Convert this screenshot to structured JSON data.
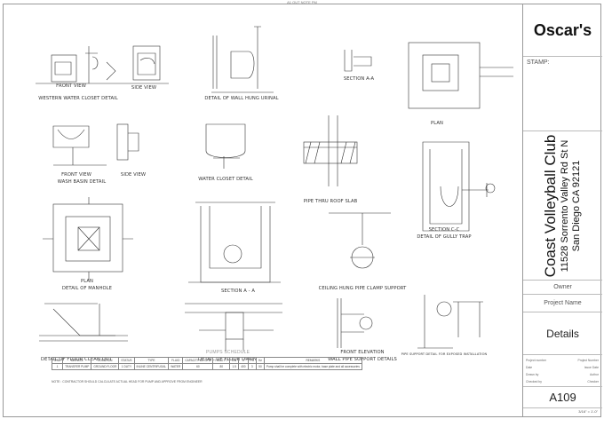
{
  "sheet": {
    "top_label": "A1 OUT NOTE PM",
    "bottom_label": ""
  },
  "title_block": {
    "firm": "Oscar's",
    "stamp_label": "STAMP:",
    "project_name": "Coast Volleyball Club",
    "address_line1": "11528 Sorrento Valley Rd St N",
    "address_line2": "San Diego CA 92121",
    "owner_label": "Owner",
    "project_name_label": "Project Name",
    "details_label": "Details",
    "meta": [
      {
        "key": "Project number",
        "value": "Project Number"
      },
      {
        "key": "Date",
        "value": "Issue Date"
      },
      {
        "key": "Drawn by",
        "value": "Author"
      },
      {
        "key": "Checked by",
        "value": "Checker"
      }
    ],
    "sheet_number": "A109",
    "scale": "3/16\" = 1'-0\""
  },
  "drawings": {
    "western_wc": "WESTERN WATER CLOSET DETAIL",
    "wall_urinal": "DETAIL OF WALL HUNG URINAL",
    "section_aa_small": "SECTION A-A",
    "plan": "PLAN",
    "wash_basin": "WASH BASIN DETAIL",
    "water_closet": "WATER CLOSET DETAIL",
    "pipe_roof": "PIPE THRU ROOF SLAB",
    "section_cc": "SECTION C-C",
    "gully_trap": "DETAIL OF GULLY TRAP",
    "manhole_plan": "PLAN",
    "manhole": "DETAIL OF MANHOLE",
    "section_aa": "SECTION A - A",
    "clamp_support": "CEILING HUNG PIPE CLAMP SUPPORT",
    "floor_clean": "DETAIL OF FLOOR CLEAN OUT",
    "floor_drain": "DETAIL OF FLOOR DRAIN",
    "wall_pipe": "WALL PIPE SUPPORT DETAILS",
    "front_elev": "FRONT ELEVATION",
    "pipe_support": "PIPE SUPPORT DETAIL FOR EXPOSED INSTALLATION",
    "front_view_1": "FRONT VIEW",
    "side_view_1": "SIDE VIEW",
    "front_view_2": "FRONT VIEW",
    "side_view_2": "SIDE VIEW"
  },
  "schedule": {
    "title": "PUMPS SCHEDULE",
    "headers": [
      "S.No",
      "SERVICE",
      "LOCATION",
      "STATUS",
      "TYPE",
      "FLUID",
      "CAPACITY US GPM",
      "HEAD FT",
      "KW",
      "V",
      "PH",
      "Hz",
      "REMARKS"
    ],
    "rows": [
      [
        "1",
        "TRANSFER PUMP",
        "GROUND FLOOR",
        "1 DUTY",
        "INLINE CENTRIFUGAL",
        "WATER",
        "60",
        "80",
        "1.5",
        "400",
        "3",
        "50",
        "Pump shall be complete with electric motor, base plate and all accessories"
      ]
    ],
    "note": "NOTE : CONTRACTOR SHOULD CALCULATE ACTUAL HEAD FOR PUMP AND APPROVE FROM ENGINEER"
  }
}
